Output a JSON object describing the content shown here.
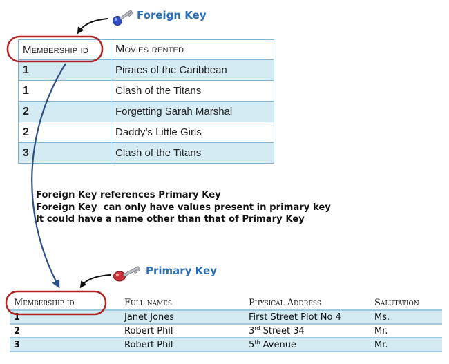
{
  "foreign_key_label": "Foreign Key",
  "primary_key_label": "Primary Key",
  "movies_table": {
    "headers": [
      "Membership id",
      "Movies rented"
    ],
    "rows": [
      {
        "id": "1",
        "movie": "Pirates of the Caribbean"
      },
      {
        "id": "1",
        "movie": "Clash of the Titans"
      },
      {
        "id": "2",
        "movie": "Forgetting Sarah Marshal"
      },
      {
        "id": "2",
        "movie": "Daddy’s Little Girls"
      },
      {
        "id": "3",
        "movie": "Clash of the Titans"
      }
    ]
  },
  "notes": [
    "Foreign Key references Primary Key",
    "Foreign Key  can only have values present in primary key",
    "It could have a name other than that of Primary Key"
  ],
  "members_table": {
    "headers": [
      "Membership id",
      "Full names",
      "Physical Address",
      "Salutation"
    ],
    "rows": [
      {
        "id": "1",
        "name": "Janet Jones",
        "address": "First Street Plot No 4",
        "salutation": "Ms."
      },
      {
        "id": "2",
        "name": "Robert Phil",
        "address_num": "3",
        "address_sup": "rd",
        "address_rest": " Street 34",
        "salutation": "Mr."
      },
      {
        "id": "3",
        "name": "Robert Phil",
        "address_num": "5",
        "address_sup": "th",
        "address_rest": " Avenue",
        "salutation": "Mr."
      }
    ]
  },
  "colors": {
    "key_label": "#2a6fb5",
    "row_shade": "#d4ebf4",
    "table_border": "#7fb3d5",
    "highlight_ellipse": "#b22222",
    "connector_arrow": "#2b4f86",
    "foreign_key_icon": "#2f4fc4",
    "primary_key_icon": "#c8323a"
  },
  "icons": {
    "foreign_key": "key-icon",
    "primary_key": "key-icon"
  }
}
